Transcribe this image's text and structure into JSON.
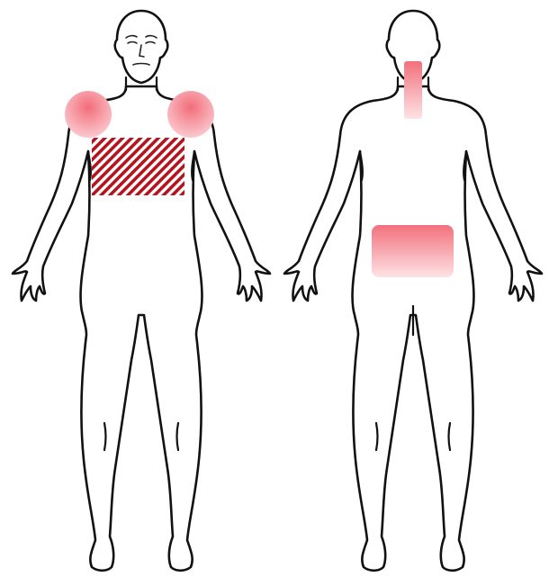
{
  "figures": {
    "front": {
      "view": "front"
    },
    "back": {
      "view": "back"
    }
  },
  "colors": {
    "outline": "#111111",
    "pain_light": "#fde3e5",
    "pain_strong": "#f2707c",
    "hatch": "#b3141e",
    "background": "#ffffff"
  },
  "regions": [
    {
      "id": "left-shoulder",
      "figure": "front",
      "style": "gradient-circle"
    },
    {
      "id": "right-shoulder",
      "figure": "front",
      "style": "gradient-circle"
    },
    {
      "id": "chest",
      "figure": "front",
      "style": "diagonal-hatch"
    },
    {
      "id": "upper-spine",
      "figure": "back",
      "style": "gradient-bar"
    },
    {
      "id": "lower-back",
      "figure": "back",
      "style": "gradient-rect"
    }
  ]
}
